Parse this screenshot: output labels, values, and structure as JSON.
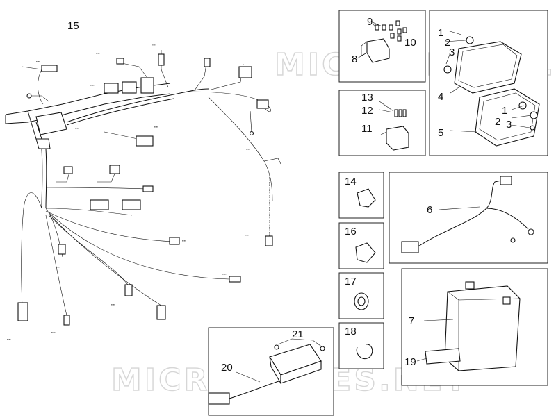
{
  "watermark": "MICROFICHES.NET",
  "callouts": {
    "c1a": "1",
    "c2a": "2",
    "c3a": "3",
    "c4": "4",
    "c5": "5",
    "c1b": "1",
    "c2b": "2",
    "c3b": "3",
    "c6": "6",
    "c7": "7",
    "c8": "8",
    "c9": "9",
    "c10": "10",
    "c11": "11",
    "c12": "12",
    "c13": "13",
    "c14": "14",
    "c15": "15",
    "c16": "16",
    "c17": "17",
    "c18": "18",
    "c19": "19",
    "c20": "20",
    "c21": "21"
  }
}
